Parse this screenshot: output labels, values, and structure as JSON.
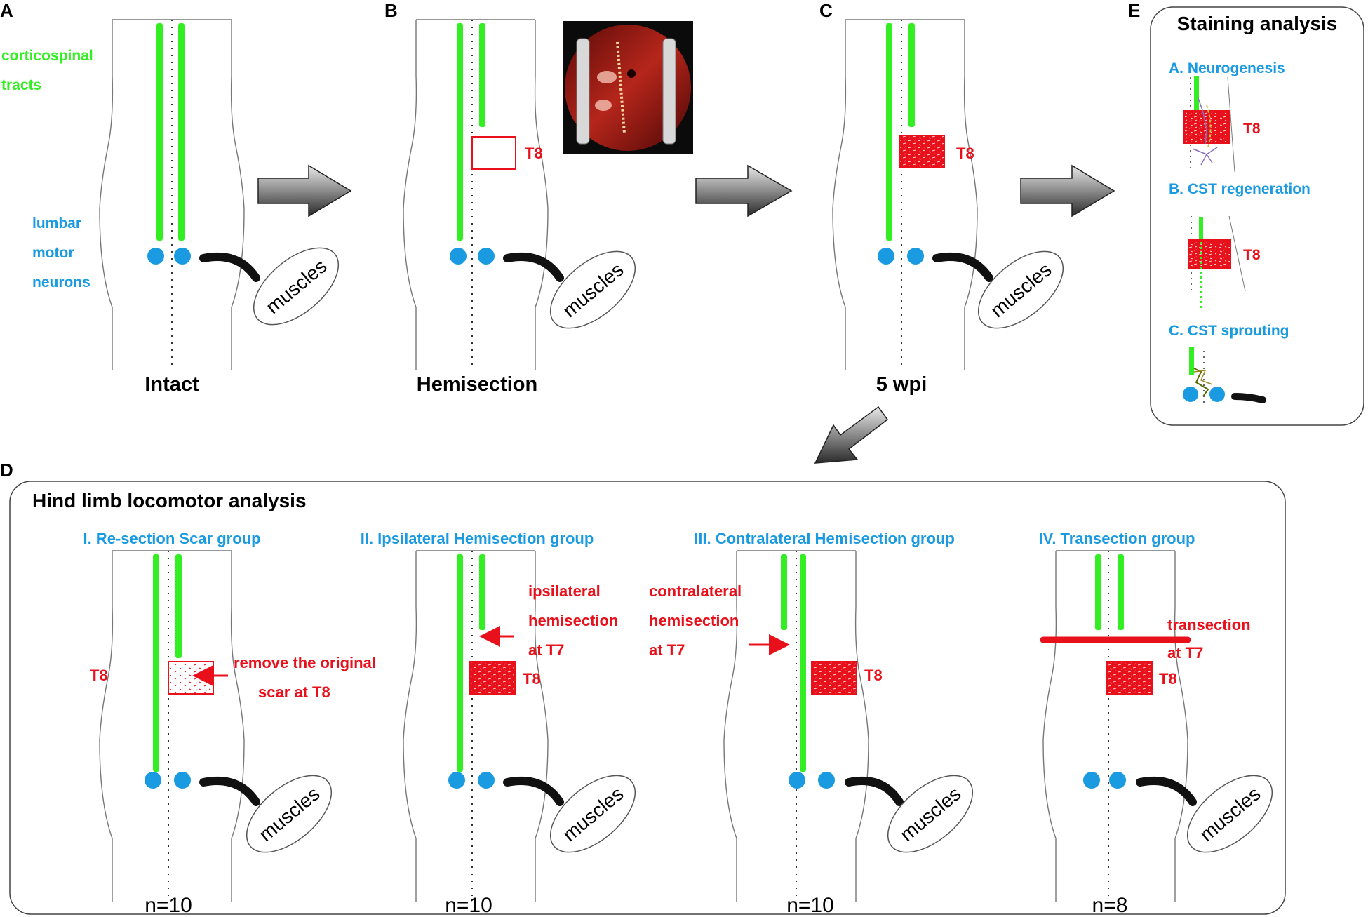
{
  "panels": {
    "a": {
      "letter": "A",
      "caption": "Intact",
      "cst_label_1": "corticospinal",
      "cst_label_2": "tracts",
      "mn_label_1": "lumbar",
      "mn_label_2": "motor",
      "mn_label_3": "neurons",
      "muscles": "muscles"
    },
    "b": {
      "letter": "B",
      "caption": "Hemisection",
      "level": "T8",
      "muscles": "muscles"
    },
    "c": {
      "letter": "C",
      "caption": "5 wpi",
      "level": "T8",
      "muscles": "muscles"
    },
    "d": {
      "letter": "D",
      "title": "Hind limb locomotor analysis",
      "groups": [
        {
          "title": "I. Re-section Scar group",
          "n": "n=10",
          "level": "T8",
          "note_1": "remove the original",
          "note_2": "scar at T8",
          "muscles": "muscles"
        },
        {
          "title": "II. Ipsilateral Hemisection group",
          "n": "n=10",
          "level": "T8",
          "note_1": "ipsilateral",
          "note_2": "hemisection",
          "note_3": "at T7",
          "muscles": "muscles"
        },
        {
          "title": "III. Contralateral Hemisection group",
          "n": "n=10",
          "level": "T8",
          "note_1": "contralateral",
          "note_2": "hemisection",
          "note_3": "at T7",
          "muscles": "muscles"
        },
        {
          "title": "IV. Transection group",
          "n": "n=8",
          "level": "T8",
          "note_1": "transection",
          "note_2": "at T7",
          "muscles": "muscles"
        }
      ]
    },
    "e": {
      "letter": "E",
      "title": "Staining analysis",
      "items": [
        {
          "label": "A. Neurogenesis",
          "level": "T8"
        },
        {
          "label": "B. CST regeneration",
          "level": "T8"
        },
        {
          "label": "C. CST sprouting"
        }
      ]
    }
  },
  "colors": {
    "tract": "#33ee22",
    "neuron": "#1a9ae0",
    "lesion": "#e8101a",
    "label_blue": "#1a9ae0",
    "label_red": "#e8101a"
  }
}
